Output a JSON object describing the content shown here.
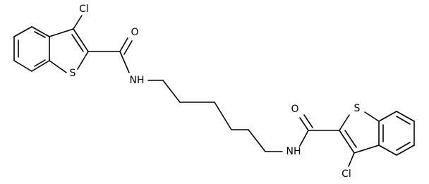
{
  "diagram": {
    "type": "chemical-structure",
    "atom_labels": {
      "cl_left": "Cl",
      "s_left": "S",
      "o_left": "O",
      "nh_left": "NH",
      "nh_right": "NH",
      "o_right": "O",
      "s_right": "S",
      "cl_right": "Cl"
    },
    "colors": {
      "bond": "#000000",
      "label": "#000000",
      "background": "#ffffff"
    }
  }
}
